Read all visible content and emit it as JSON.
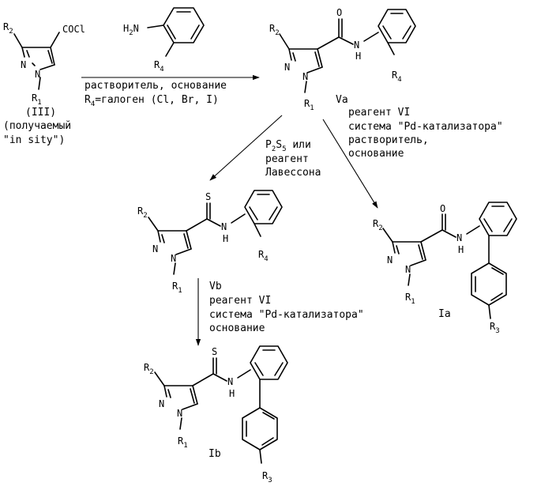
{
  "compounds": {
    "III": {
      "r_top": "R",
      "r_top_sub": "2",
      "acyl": "COCl",
      "n_a": "N",
      "n_b": "N",
      "r_n": "R",
      "r_n_sub": "1",
      "tag": "(III)",
      "note_1": "(получаемый",
      "note_2": "\"in sity\")"
    },
    "aniline": {
      "h2n": "H",
      "h2n_sub": "2",
      "h2n_n": "N",
      "r": "R",
      "r_sub": "4"
    },
    "Va": {
      "tag": "Va",
      "o": "O",
      "nh_n": "N",
      "nh_h": "H",
      "r_top": "R",
      "r_top_sub": "2",
      "n_a": "N",
      "n_b": "N",
      "r_n": "R",
      "r_n_sub": "1",
      "r_ar": "R",
      "r_ar_sub": "4"
    },
    "thio": {
      "s": "S",
      "nh_n": "N",
      "nh_h": "H",
      "r_top": "R",
      "r_top_sub": "2",
      "n_a": "N",
      "n_b": "N",
      "r_n": "R",
      "r_n_sub": "1",
      "r_ar": "R",
      "r_ar_sub": "4"
    },
    "Ia": {
      "tag": "Ia",
      "o": "O",
      "nh_n": "N",
      "nh_h": "H",
      "r_top": "R",
      "r_top_sub": "2",
      "n_a": "N",
      "n_b": "N",
      "r_n": "R",
      "r_n_sub": "1",
      "r_end": "R",
      "r_end_sub": "3"
    },
    "Ib": {
      "tag": "Ib",
      "s": "S",
      "nh_n": "N",
      "nh_h": "H",
      "r_top": "R",
      "r_top_sub": "2",
      "n_a": "N",
      "n_b": "N",
      "r_n": "R",
      "r_n_sub": "1",
      "r_end": "R",
      "r_end_sub": "3"
    }
  },
  "conditions": {
    "step1": {
      "line1": "растворитель, основание",
      "line2_r": "R",
      "line2_sub": "4",
      "line2_rest": "=галоген (Cl, Br, I)"
    },
    "step2": {
      "p": "P",
      "p_sub": "2",
      "s": "S",
      "s_sub": "5",
      "or": " или",
      "line2": "реагент",
      "line3": "Лавессона"
    },
    "step3": {
      "line1": "реагент VI",
      "line2": "система \"Pd-катализатора\"",
      "line3": "растворитель,",
      "line4": "основание"
    },
    "step4": {
      "line0": "Vb",
      "line1": "реагент VI",
      "line2": "система \"Pd-катализатора\"",
      "line3": "основание"
    }
  }
}
